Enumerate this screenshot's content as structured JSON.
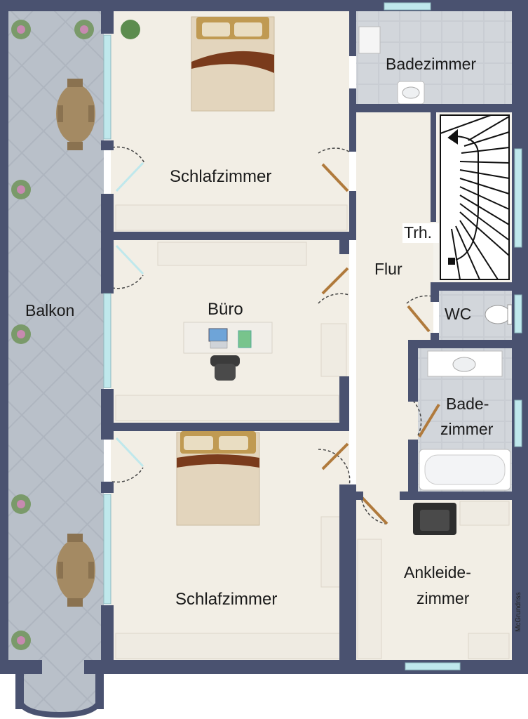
{
  "floorplan": {
    "rooms": [
      {
        "id": "balkon",
        "label": "Balkon"
      },
      {
        "id": "schlafzimmer-top",
        "label": "Schlafzimmer"
      },
      {
        "id": "buero",
        "label": "Büro"
      },
      {
        "id": "schlafzimmer-bottom",
        "label": "Schlafzimmer"
      },
      {
        "id": "badezimmer-top",
        "label": "Badezimmer"
      },
      {
        "id": "flur",
        "label": "Flur"
      },
      {
        "id": "treppenhaus",
        "label": "Trh."
      },
      {
        "id": "wc",
        "label": "WC"
      },
      {
        "id": "badezimmer-small",
        "label_lines": [
          "Bade-",
          "zimmer"
        ]
      },
      {
        "id": "ankleidezimmer",
        "label_lines": [
          "Ankleide-",
          "zimmer"
        ]
      }
    ],
    "credit": "McGrundriss",
    "colors": {
      "wall": "#4a5270",
      "floor": "#f0ece2",
      "tile": "#c8ccd2",
      "tile_line": "#e6e8ec",
      "balcony": "#aeb5bf",
      "window": "#bfe8ec",
      "door": "#b07a3c",
      "wood_furniture": "#a48a63",
      "bed_linen": "#e6d7bf",
      "bed_blanket": "#7a3b1c"
    }
  }
}
